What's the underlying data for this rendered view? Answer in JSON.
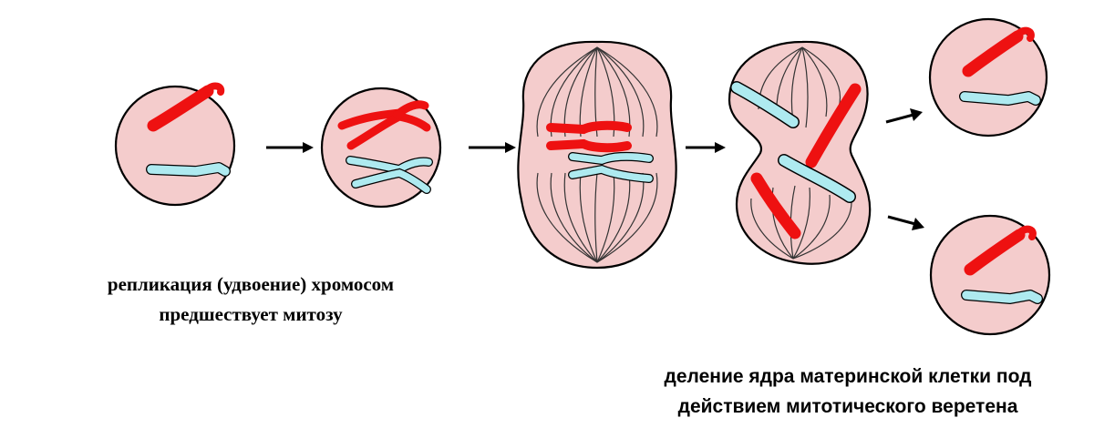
{
  "captions": {
    "replication": {
      "line1": "репликация (удвоение) хромосом",
      "line2": "предшествует митозу"
    },
    "division": {
      "line1": "деление ядра материнской клетки под",
      "line2": "действием митотического веретена"
    }
  },
  "colors": {
    "cell_fill": "#f4cccc",
    "cell_outline": "#000000",
    "chromosome_red": "#ee1111",
    "chromosome_blue": "#aeeaf0",
    "spindle": "#333333",
    "arrow": "#000000"
  }
}
